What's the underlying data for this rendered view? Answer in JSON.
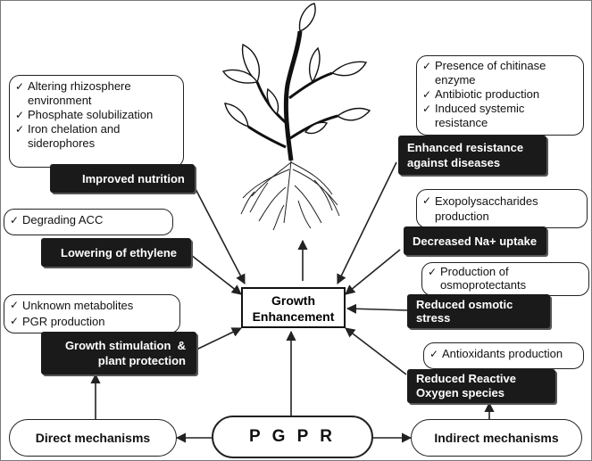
{
  "center": {
    "line1": "Growth",
    "line2": "Enhancement"
  },
  "pgpr": "P G P R",
  "direct": "Direct mechanisms",
  "indirect": "Indirect mechanisms",
  "nutrition": {
    "items": [
      "Altering rhizosphere environment",
      "Phosphate solubilization",
      "Iron chelation and siderophores"
    ],
    "label": "Improved nutrition"
  },
  "ethylene": {
    "items": [
      "Degrading ACC"
    ],
    "label": "Lowering of ethylene"
  },
  "stimulation": {
    "items": [
      "Unknown metabolites",
      "PGR production"
    ],
    "label_line1": "Growth stimulation  &",
    "label_line2": "plant protection"
  },
  "resistance": {
    "items": [
      "Presence of chitinase enzyme",
      "Antibiotic production",
      "Induced systemic resistance"
    ],
    "label_line1": "Enhanced resistance",
    "label_line2": "against diseases"
  },
  "sodium": {
    "items": [
      "Exopolysaccharides production"
    ],
    "label": "Decreased Na+ uptake"
  },
  "osmotic": {
    "items": [
      "Production of osmoprotectants"
    ],
    "label_line1": "Reduced osmotic",
    "label_line2": "stress"
  },
  "ros": {
    "items": [
      "Antioxidants production"
    ],
    "label_line1": "Reduced Reactive",
    "label_line2": "Oxygen species"
  },
  "check_symbol": "✓",
  "colors": {
    "box_dark": "#1a1a1a",
    "line": "#222222",
    "plant_outline": "#111111"
  }
}
